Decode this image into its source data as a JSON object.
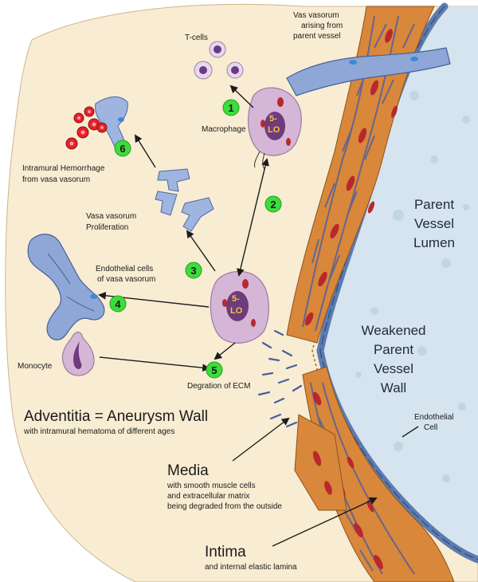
{
  "labels": {
    "vas_vasorum_parent": [
      "Vas vasorum",
      "arising from",
      "parent vessel"
    ],
    "t_cells": "T-cells",
    "macrophage": "Macrophage",
    "hemorrhage": [
      "Intramural Hemorrhage",
      "from vasa vasorum"
    ],
    "proliferation": [
      "Vasa vasorum",
      "Proliferation"
    ],
    "endothelial_vv": [
      "Endothelial cells",
      "of vasa vasorum"
    ],
    "monocyte": "Monocyte",
    "degradation": "Degration of ECM",
    "adventitia_title": "Adventitia = Aneurysm Wall",
    "adventitia_sub": "with intramural hematoma of different ages",
    "media_title": "Media",
    "media_sub": [
      "with smooth muscle cells",
      "and extracellular matrix",
      "being degraded from the outside"
    ],
    "intima_title": "Intima",
    "intima_sub": "and internal elastic lamina",
    "lumen": [
      "Parent",
      "Vessel",
      "Lumen"
    ],
    "weakened": [
      "Weakened",
      "Parent",
      "Vessel",
      "Wall"
    ],
    "endothelial_cell": [
      "Endothelial",
      "Cell"
    ],
    "five_lo": [
      "5-",
      "LO"
    ]
  },
  "steps": [
    "1",
    "2",
    "3",
    "4",
    "5",
    "6"
  ],
  "colors": {
    "background": "#f8ecd2",
    "lumen": "#d6e4ef",
    "muscle": "#d9873a",
    "nucleus": "#b8282e",
    "vessel": "#8fa7d6",
    "cell": "#d6b6d6",
    "step_badge": "#3ddc3d",
    "rbc": "#e8202a"
  }
}
